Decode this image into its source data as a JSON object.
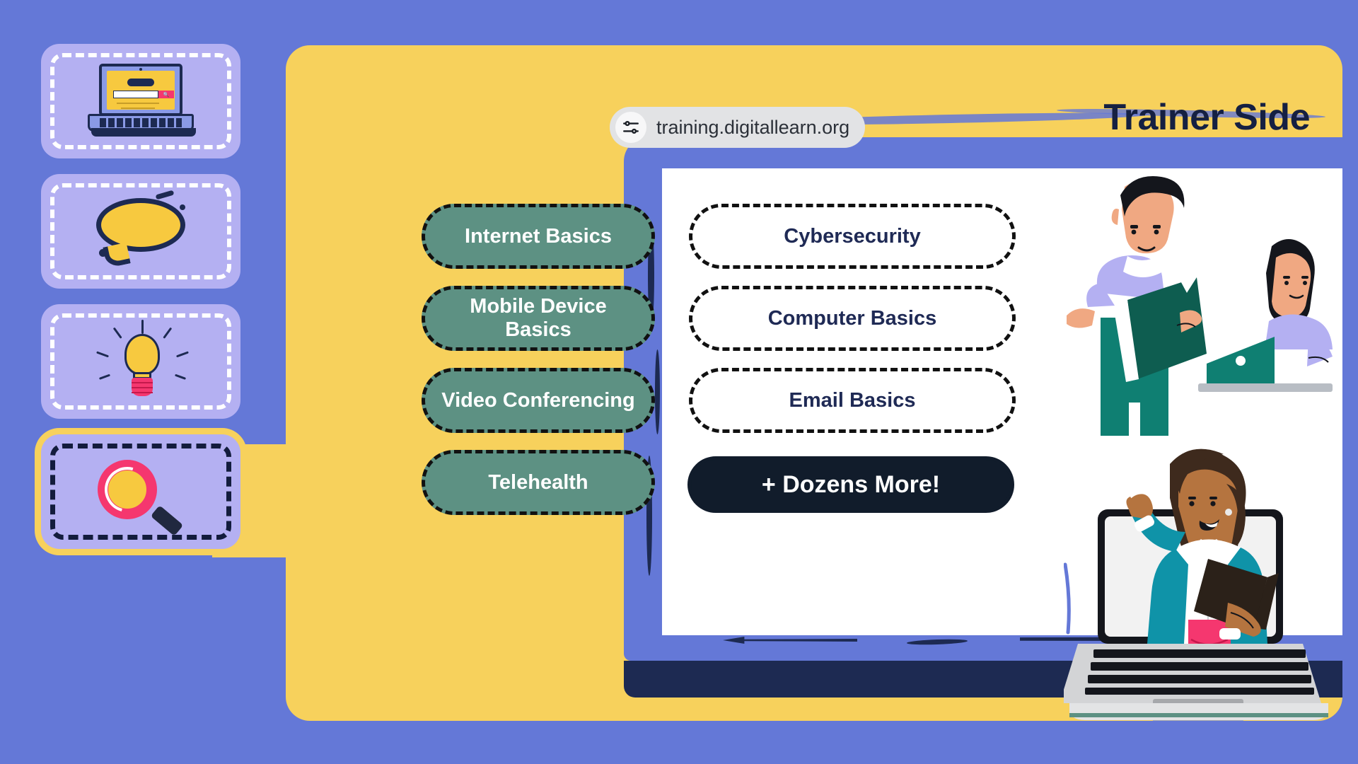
{
  "panel": {
    "title": "Trainer Side",
    "accent_yellow": "#f7d15c",
    "background_blue": "#6478d7",
    "bezel_blue": "#6478d7",
    "title_color": "#152042"
  },
  "browser": {
    "url": "training.digitallearn.org",
    "url_icon": "sliders-settings-icon",
    "urlbar_background": "#e2e3e5"
  },
  "sidebar": {
    "items": [
      {
        "icon": "laptop-search-icon",
        "state": "inactive"
      },
      {
        "icon": "speech-bubble-icon",
        "state": "inactive"
      },
      {
        "icon": "lightbulb-idea-icon",
        "state": "inactive"
      },
      {
        "icon": "magnifying-glass-icon",
        "state": "active"
      }
    ]
  },
  "courses": {
    "left_column": [
      {
        "label": "Internet Basics",
        "style": "filled"
      },
      {
        "label": "Mobile Device Basics",
        "style": "filled"
      },
      {
        "label": "Video Conferencing",
        "style": "filled"
      },
      {
        "label": "Telehealth",
        "style": "filled"
      }
    ],
    "right_column": [
      {
        "label": "Cybersecurity",
        "style": "outline"
      },
      {
        "label": "Computer Basics",
        "style": "outline"
      },
      {
        "label": "Email Basics",
        "style": "outline"
      },
      {
        "label": "+ Dozens More!",
        "style": "dark"
      }
    ],
    "filled_color": "#5d9183",
    "outline_text_color": "#1f2a55",
    "dark_color": "#111c2b"
  },
  "illustrations": [
    {
      "name": "trainer-with-book-and-learner-at-laptop"
    },
    {
      "name": "woman-emerging-from-laptop-with-book"
    }
  ]
}
